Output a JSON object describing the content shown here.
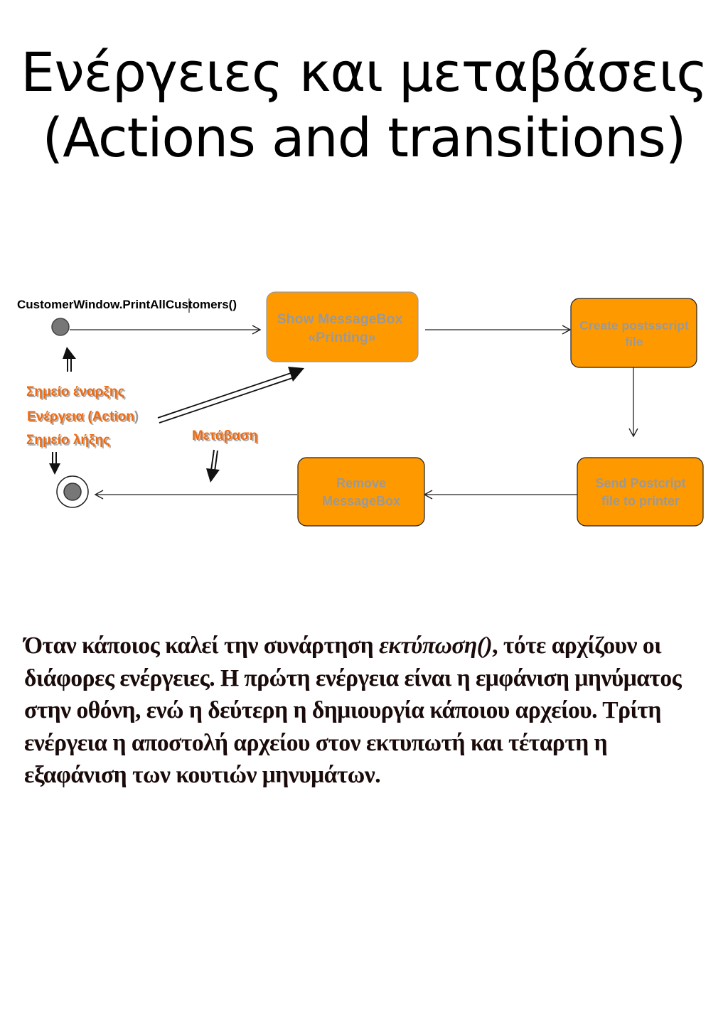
{
  "slide": {
    "title_line1": "Ενέργειες και μεταβάσεις",
    "title_line2": "(Actions and transitions)"
  },
  "diagram": {
    "trigger_label": "CustomerWindow.PrintAllCustomers()",
    "states": [
      {
        "line1": "Show MessageBox",
        "line2": "«Printing»"
      },
      {
        "line1": "Create postsscript",
        "line2": "file"
      },
      {
        "line1": "Send Postcript",
        "line2": "file to printer"
      },
      {
        "line1": "Remove",
        "line2": "MessageBox"
      }
    ],
    "annotations": {
      "start_point": "Σημείο έναρξης",
      "action_prefix": "Ενέργεια (Action",
      "action_suffix": ")",
      "end_point": "Σημείο λήξης",
      "transition": "Μετάβαση"
    },
    "colors": {
      "state_fill": "#ff9900",
      "state_text": "#999999",
      "annotation_text": "#f06a10"
    }
  },
  "description": {
    "part1": "Όταν κάποιος καλεί την συνάρτηση ",
    "function_name": "εκτύπωση()",
    "part2": ", τότε αρχίζουν οι διάφορες ενέργειες. Η πρώτη ενέργεια είναι η εμφάνιση μηνύματος στην οθόνη, ενώ η δεύτερη η δημιουργία κάποιου αρχείου. Τρίτη ενέργεια η αποστολή αρχείου στον εκτυπωτή και τέταρτη η εξαφάνιση των κουτιών μηνυμάτων."
  }
}
